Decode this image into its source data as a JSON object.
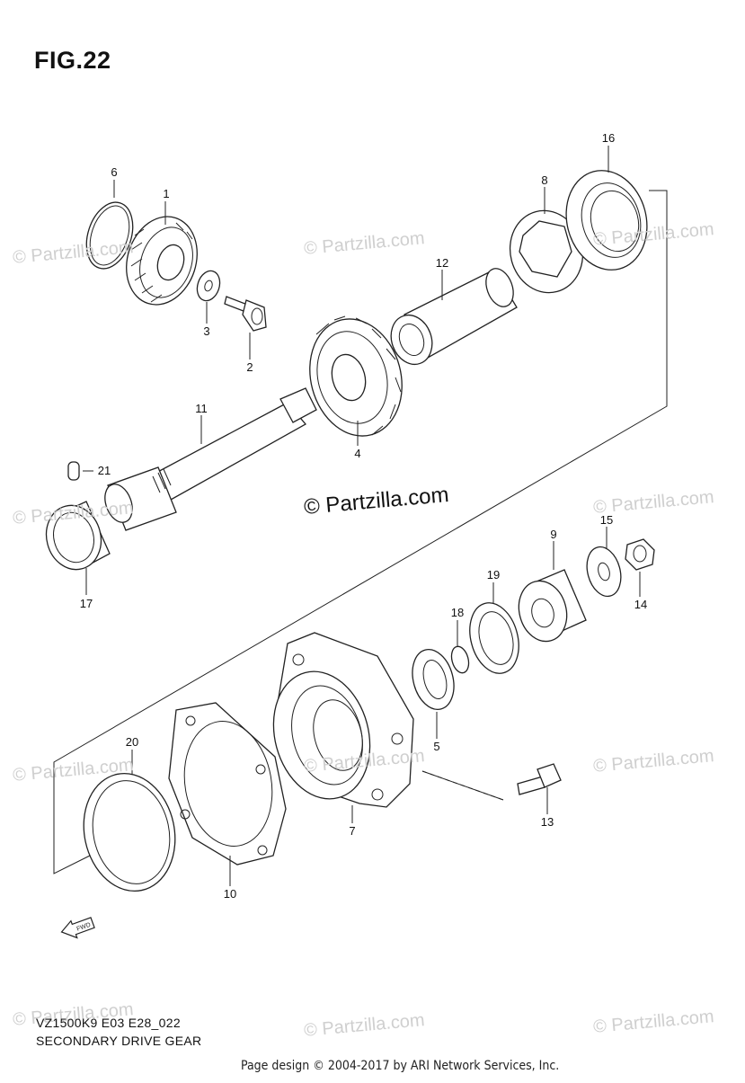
{
  "figure": {
    "title": "FIG.22",
    "model_code": "VZ1500K9 E03 E28_022",
    "section_name": "SECONDARY DRIVE GEAR",
    "page_credit": "Page design © 2004-2017 by ARI Network Services, Inc.",
    "direction_tag": "FWD"
  },
  "watermark": {
    "text": "© Partzilla.com",
    "center_text": "© Partzilla.com"
  },
  "callouts": [
    {
      "id": "c1",
      "label": "1"
    },
    {
      "id": "c2",
      "label": "2"
    },
    {
      "id": "c3",
      "label": "3"
    },
    {
      "id": "c4",
      "label": "4"
    },
    {
      "id": "c5",
      "label": "5"
    },
    {
      "id": "c6",
      "label": "6"
    },
    {
      "id": "c7",
      "label": "7"
    },
    {
      "id": "c8",
      "label": "8"
    },
    {
      "id": "c9",
      "label": "9"
    },
    {
      "id": "c10",
      "label": "10"
    },
    {
      "id": "c11",
      "label": "11"
    },
    {
      "id": "c12",
      "label": "12"
    },
    {
      "id": "c13",
      "label": "13"
    },
    {
      "id": "c14",
      "label": "14"
    },
    {
      "id": "c15",
      "label": "15"
    },
    {
      "id": "c16",
      "label": "16"
    },
    {
      "id": "c17",
      "label": "17"
    },
    {
      "id": "c18",
      "label": "18"
    },
    {
      "id": "c19",
      "label": "19"
    },
    {
      "id": "c20",
      "label": "20"
    },
    {
      "id": "c21",
      "label": "21"
    }
  ]
}
